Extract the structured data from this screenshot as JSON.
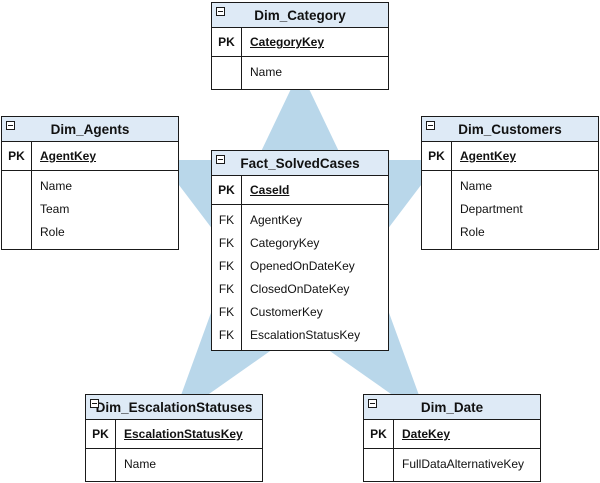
{
  "colors": {
    "star": "#b9d7ea",
    "header_bg": "#deeaf6",
    "border": "#1a1a1a"
  },
  "icons": {
    "collapse": "collapse-icon"
  },
  "entities": {
    "category": {
      "title": "Dim_Category",
      "pk_label": "PK",
      "pk": "CategoryKey",
      "fields": [
        "Name"
      ]
    },
    "agents": {
      "title": "Dim_Agents",
      "pk_label": "PK",
      "pk": "AgentKey",
      "fields": [
        "Name",
        "Team",
        "Role"
      ]
    },
    "customers": {
      "title": "Dim_Customers",
      "pk_label": "PK",
      "pk": "AgentKey",
      "fields": [
        "Name",
        "Department",
        "Role"
      ]
    },
    "fact": {
      "title": "Fact_SolvedCases",
      "pk_label": "PK",
      "pk": "CaseId",
      "fk_labels": [
        "FK",
        "FK",
        "FK",
        "FK",
        "FK",
        "FK"
      ],
      "fields": [
        "AgentKey",
        "CategoryKey",
        "OpenedOnDateKey",
        "ClosedOnDateKey",
        "CustomerKey",
        "EscalationStatusKey"
      ]
    },
    "escalation": {
      "title": "Dim_EscalationStatuses",
      "pk_label": "PK",
      "pk": "EscalationStatusKey",
      "fields": [
        "Name"
      ]
    },
    "date": {
      "title": "Dim_Date",
      "pk_label": "PK",
      "pk": "DateKey",
      "fields": [
        "FullDataAlternativeKey"
      ]
    }
  }
}
